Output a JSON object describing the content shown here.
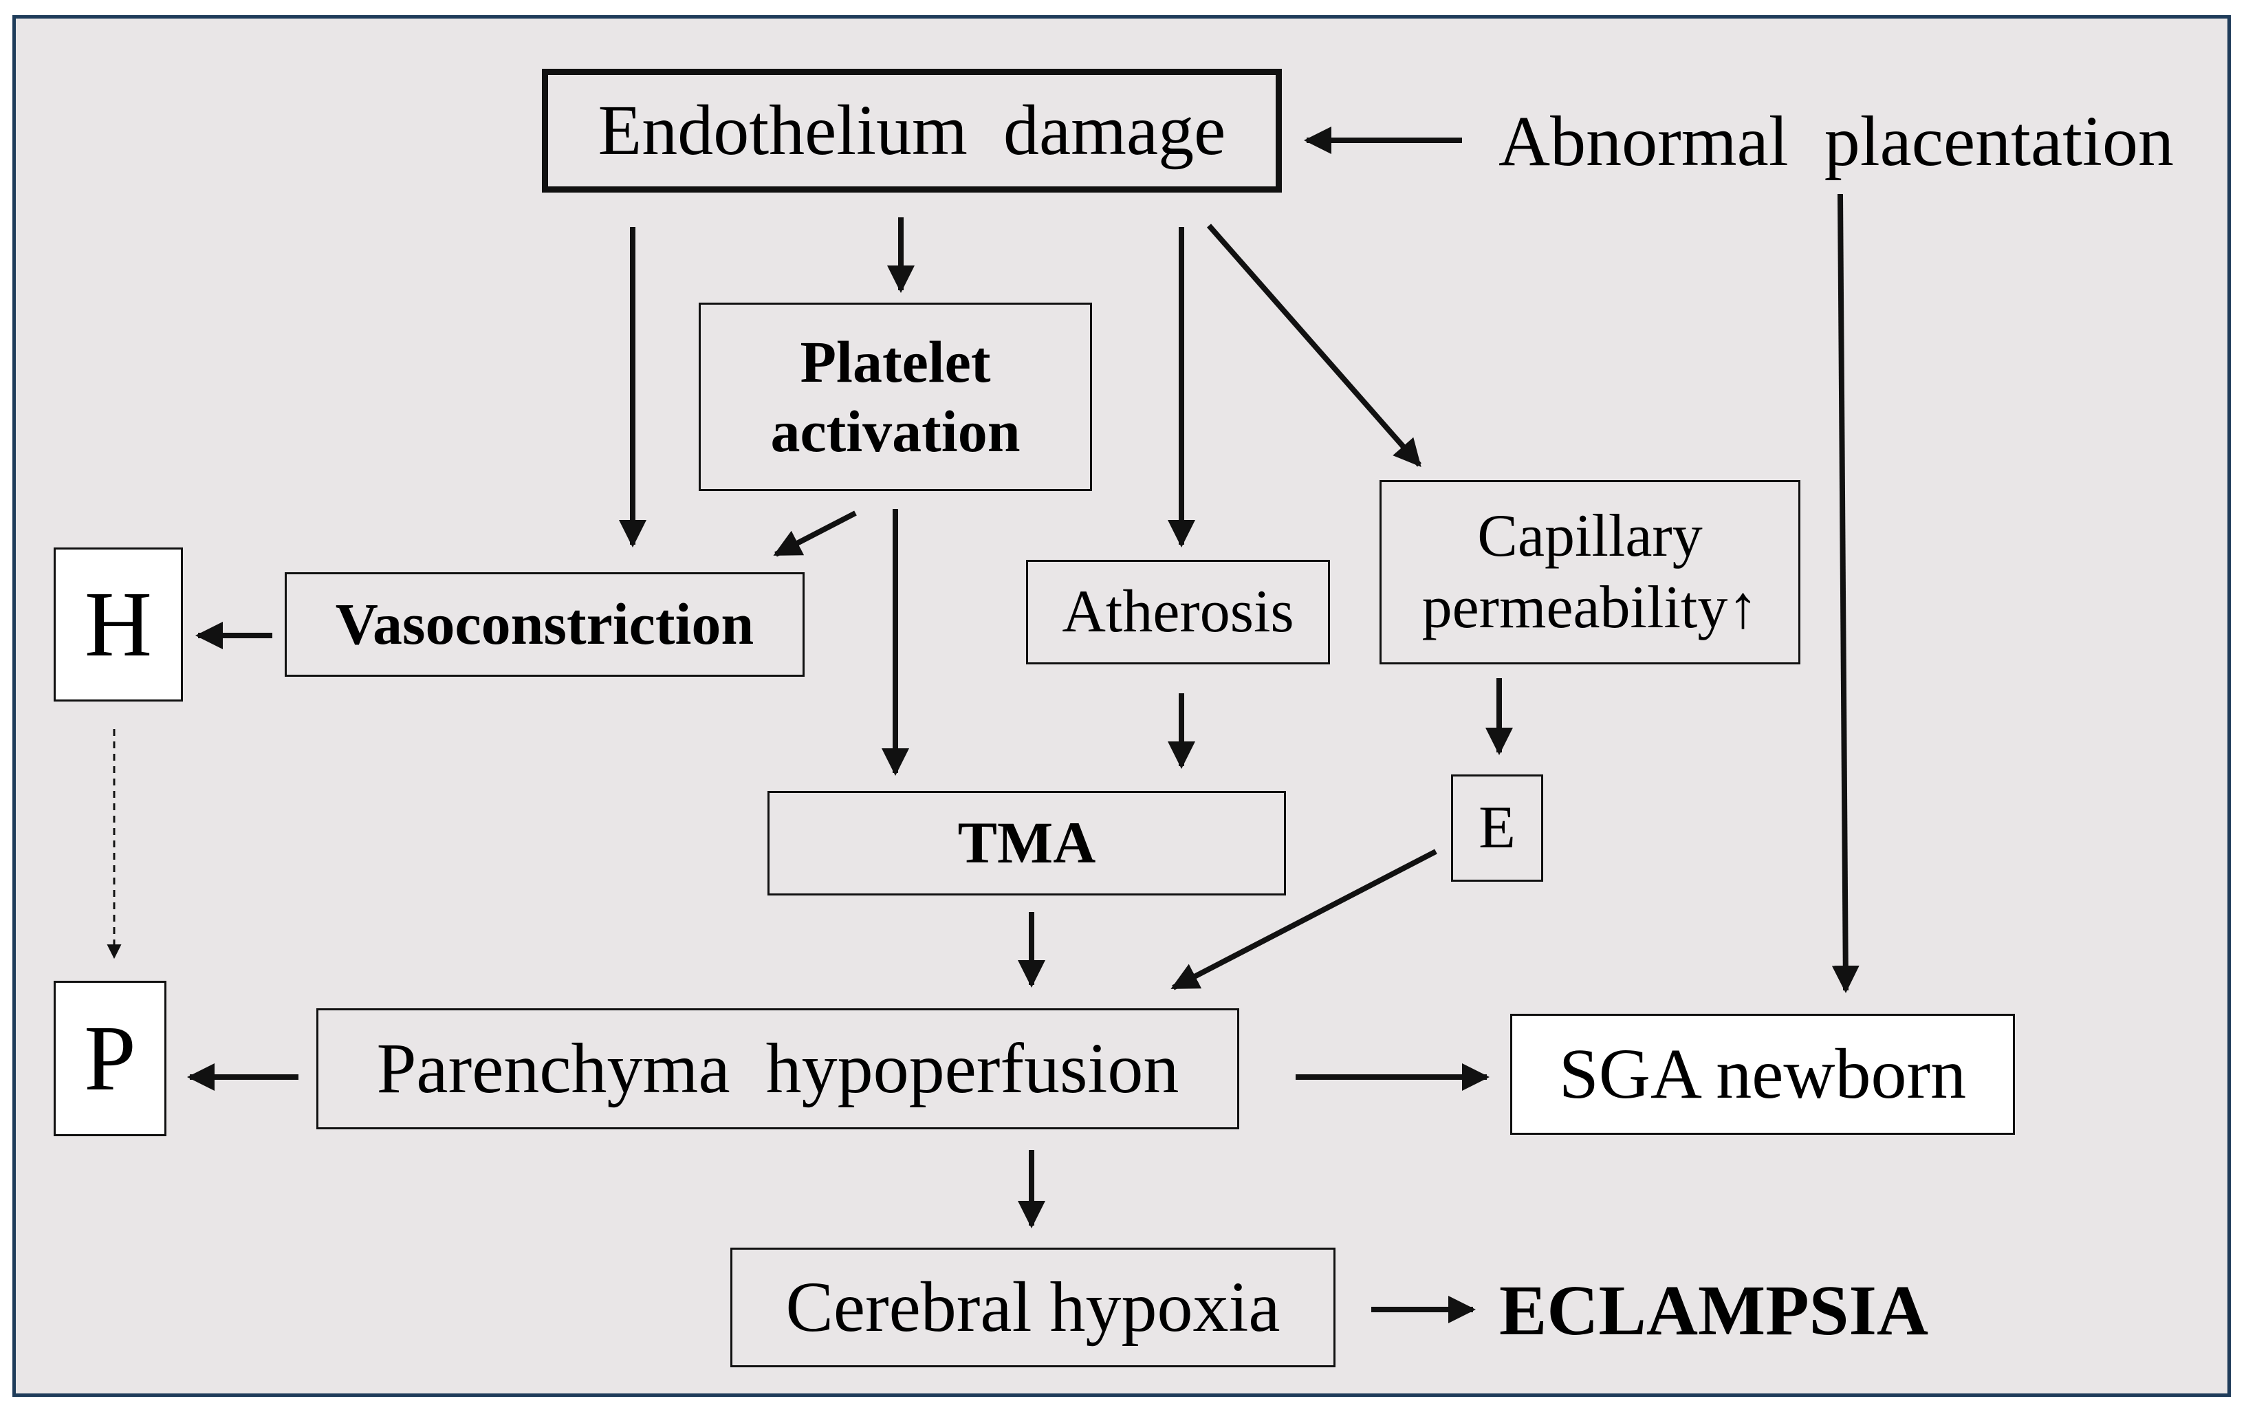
{
  "nodes": {
    "endothelium_damage": "Endothelium  damage",
    "abnormal_placentation": "Abnormal  placentation",
    "platelet_activation_line1": "Platelet",
    "platelet_activation_line2": "activation",
    "atherosis": "Atherosis",
    "capillary_permeability_line1": "Capillary",
    "capillary_permeability_line2": "permeability↑",
    "vasoconstriction": "Vasoconstriction",
    "h": "H",
    "tma": "TMA",
    "e": "E",
    "p": "P",
    "parenchyma_hypoperfusion": "Parenchyma  hypoperfusion",
    "sga_newborn": "SGA newborn",
    "cerebral_hypoxia": "Cerebral hypoxia",
    "eclampsia": "ECLAMPSIA"
  },
  "colors": {
    "background": "#e9e6e7",
    "frame_border": "#1f3c5a",
    "box_fill_white": "#ffffff",
    "line": "#111111"
  }
}
